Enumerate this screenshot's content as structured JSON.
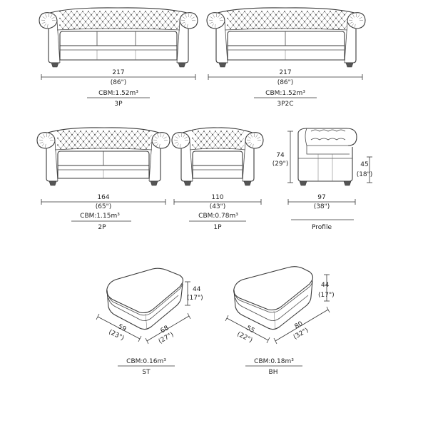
{
  "items": {
    "sofa3p": {
      "width_cm": "217",
      "width_in": "(86\")",
      "cbm": "CBM:1.52m³",
      "code": "3P"
    },
    "sofa3p2c": {
      "width_cm": "217",
      "width_in": "(86\")",
      "cbm": "CBM:1.52m³",
      "code": "3P2C"
    },
    "sofa2p": {
      "width_cm": "164",
      "width_in": "(65\")",
      "cbm": "CBM:1.15m³",
      "code": "2P"
    },
    "chair1p": {
      "width_cm": "110",
      "width_in": "(43\")",
      "cbm": "CBM:0.78m³",
      "code": "1P"
    },
    "profile": {
      "height_cm": "74",
      "height_in": "(29\")",
      "seat_cm": "45",
      "seat_in": "(18\")",
      "depth_cm": "97",
      "depth_in": "(38\")",
      "code": "Profile"
    },
    "ottoman_st": {
      "height_cm": "44",
      "height_in": "(17\")",
      "depth_cm": "59",
      "depth_in": "(23\")",
      "width_cm": "68",
      "width_in": "(27\")",
      "cbm": "CBM:0.16m³",
      "code": "ST"
    },
    "ottoman_bh": {
      "height_cm": "44",
      "height_in": "(17\")",
      "depth_cm": "55",
      "depth_in": "(22\")",
      "width_cm": "80",
      "width_in": "(32\")",
      "cbm": "CBM:0.18m³",
      "code": "BH"
    }
  },
  "colors": {
    "line": "#3a3a3a",
    "foot": "#555555",
    "background": "#ffffff"
  }
}
